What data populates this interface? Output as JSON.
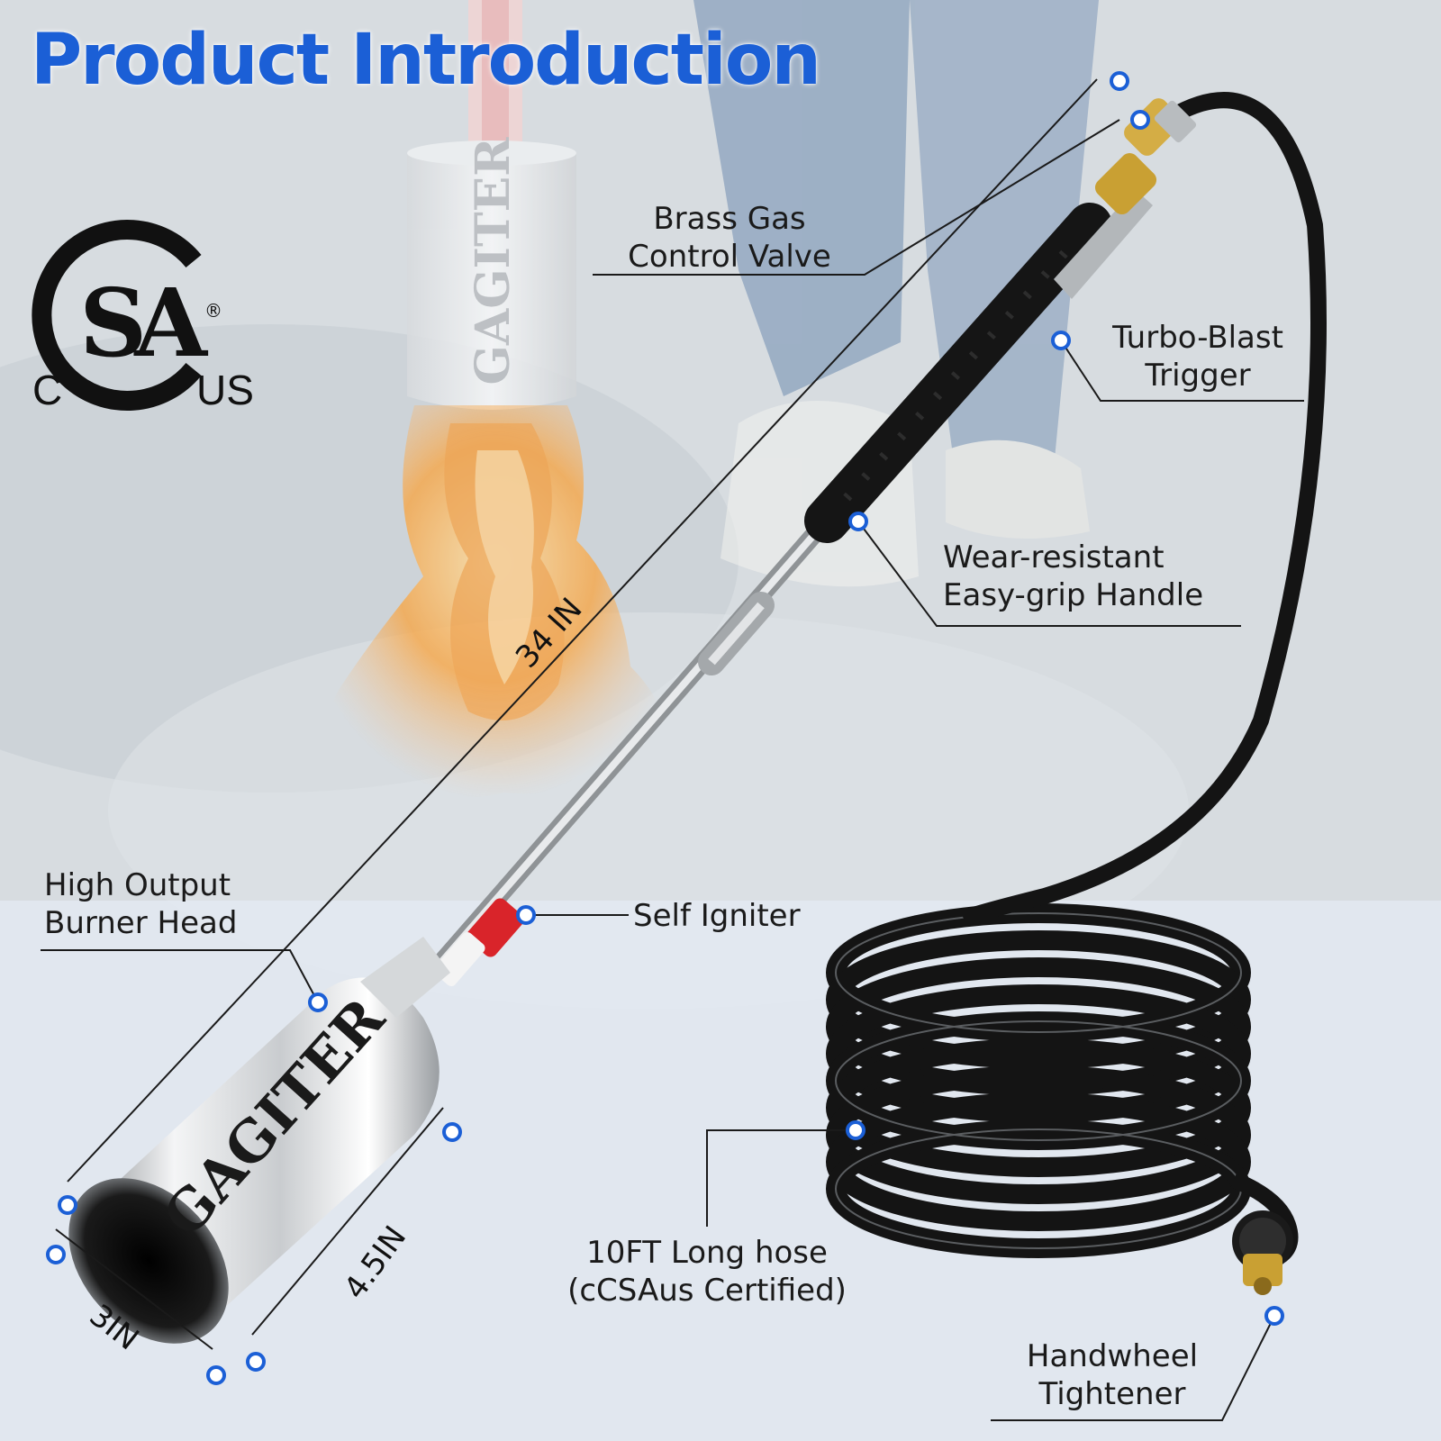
{
  "title": "Product Introduction",
  "certification": {
    "mark": "SA",
    "registered": "®",
    "left": "C",
    "right": "US"
  },
  "brand": "GAGITER",
  "callouts": {
    "valve": "Brass Gas\nControl Valve",
    "trigger": "Turbo-Blast\nTrigger",
    "handle": "Wear-resistant\nEasy-grip Handle",
    "burner": "High Output\nBurner Head",
    "igniter": "Self Igniter",
    "hose": "10FT Long hose\n(cCSAus Certified)",
    "tightener": "Handwheel\nTightener"
  },
  "dimensions": {
    "length": "34 IN",
    "head_length": "4.5IN",
    "head_diameter": "3IN"
  },
  "colors": {
    "title": "#1b5fd6",
    "callout_dot": "#1b5fd6",
    "igniter": "#d9242a",
    "brass": "#c9a033",
    "flame": "#f39a33"
  }
}
